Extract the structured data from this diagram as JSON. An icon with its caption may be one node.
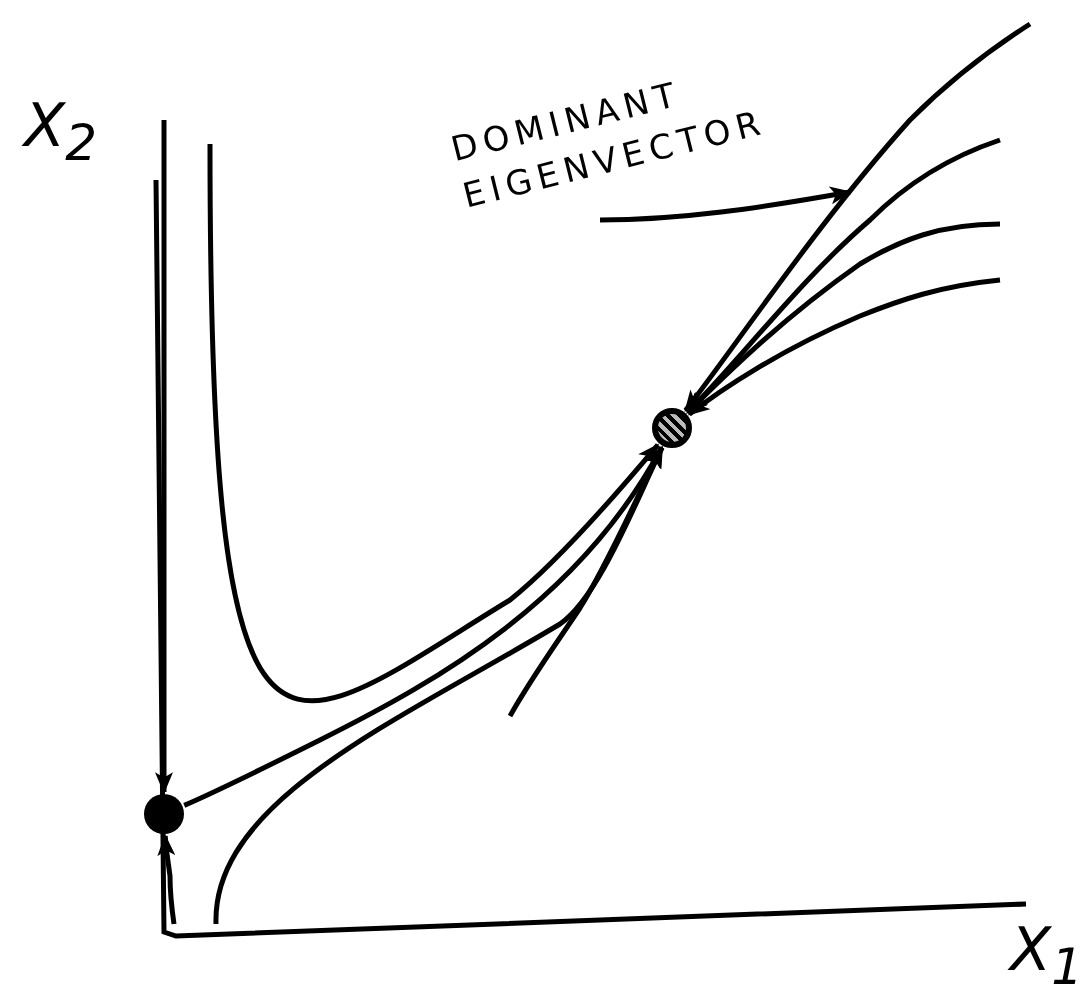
{
  "diagram": {
    "nodes": [
      {
        "text": [
          "DOMINANT EIGENVECTOR"
        ]
      },
      {
        "text": [],
        "shape": "circle"
      },
      {
        "text": [],
        "shape": "circle"
      }
    ],
    "edges": [
      {
        "from": 2,
        "to": 1,
        "arrow": "to"
      },
      {
        "from": null,
        "to": 2,
        "arrow": "to"
      },
      {
        "from": null,
        "to": 2,
        "arrow": "to"
      },
      {
        "from": null,
        "to": 1,
        "arrow": "to"
      },
      {
        "from": null,
        "to": 1,
        "arrow": "to"
      },
      {
        "from": null,
        "to": 1,
        "arrow": "to"
      },
      {
        "from": null,
        "to": 1,
        "arrow": "to"
      },
      {
        "from": null,
        "to": 1,
        "arrow": "to"
      },
      {
        "from": null,
        "to": 1,
        "arrow": "to"
      },
      {
        "from": null,
        "to": 1,
        "arrow": "to"
      },
      {
        "from": 0,
        "to": null,
        "arrow": "to"
      }
    ],
    "labels": [
      "X$_{2}$",
      "X$_{1}$"
    ]
  }
}
